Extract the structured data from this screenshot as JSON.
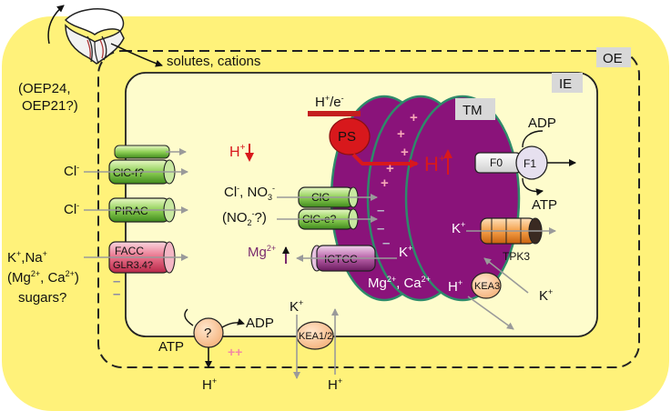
{
  "compartments": {
    "oe": "OE",
    "ie": "IE",
    "tm": "TM"
  },
  "porin": {
    "label_line1": "(OEP24,",
    "label_line2": "OEP21?)",
    "solutes": "solutes, cations"
  },
  "photosystem": {
    "label": "PS",
    "input_main": "H",
    "input_sup": "+",
    "input_tail": "/e",
    "input_tail_sup": "-",
    "proton_out": "H",
    "proton_out_sup": "+"
  },
  "stroma": {
    "proton_main": "H",
    "proton_sup": "+"
  },
  "atp_synthase": {
    "f0": "F0",
    "f1": "F1",
    "adp": "ADP",
    "atp": "ATP"
  },
  "ie_channels": {
    "clc_f": "ClC-f?",
    "cl1_main": "Cl",
    "cl1_sup": "-",
    "pirac": "PIRAC",
    "cl2_main": "Cl",
    "cl2_sup": "-",
    "facc": "FACC",
    "glr": "GLR3.4?",
    "cations_line1_main": "K",
    "cations_line1_sup1": "+",
    "cations_line1_mid": ",Na",
    "cations_line1_sup2": "+",
    "cations_line2_a": "(Mg",
    "cations_line2_sup1": "2+",
    "cations_line2_b": ", Ca",
    "cations_line2_sup2": "2+",
    "cations_line2_c": ")",
    "sugars": "sugars?"
  },
  "thylakoid_channels": {
    "clc": "ClC",
    "clc_e": "ClC-e?",
    "anion_line1_a": "Cl",
    "anion_line1_sup1": "-",
    "anion_line1_b": ", NO",
    "anion_line1_sub": "3",
    "anion_line1_sup2": "-",
    "anion_line2_a": "(NO",
    "anion_line2_sub": "2",
    "anion_line2_sup": "-",
    "anion_line2_b": "?)",
    "ictcc": "ICTCC",
    "mg_main": "Mg",
    "mg_sup": "2+",
    "k_main": "K",
    "k_sup": "+",
    "lumen_ions_a": "Mg",
    "lumen_ions_sup1": "2+",
    "lumen_ions_b": ", Ca",
    "lumen_ions_sup2": "2+",
    "lumen_h_main": "H",
    "lumen_h_sup": "+"
  },
  "tpk3": {
    "label": "TPK3",
    "k_in_main": "K",
    "k_in_sup": "+",
    "k_out_main": "K",
    "k_out_sup": "+"
  },
  "kea3": {
    "label": "KEA3"
  },
  "envelope_transport": {
    "atpase_label": "?",
    "atp": "ATP",
    "adp": "ADP",
    "h_out_main": "H",
    "h_out_sup": "+",
    "kea12": "KEA1/2",
    "k_main": "K",
    "k_sup": "+",
    "h_main": "H",
    "h_sup": "+"
  },
  "charges": {
    "plus": "+",
    "minus": "–",
    "plusplus": "++"
  },
  "colors": {
    "outer": "#fff27a",
    "inner": "#fefccc",
    "thylakoid": "#8a137a",
    "thylakoid_edge": "#2e8a6a",
    "proton": "#d8181c",
    "magnesium": "#7a2a6e",
    "gray_arrow": "#9a9a9a"
  }
}
